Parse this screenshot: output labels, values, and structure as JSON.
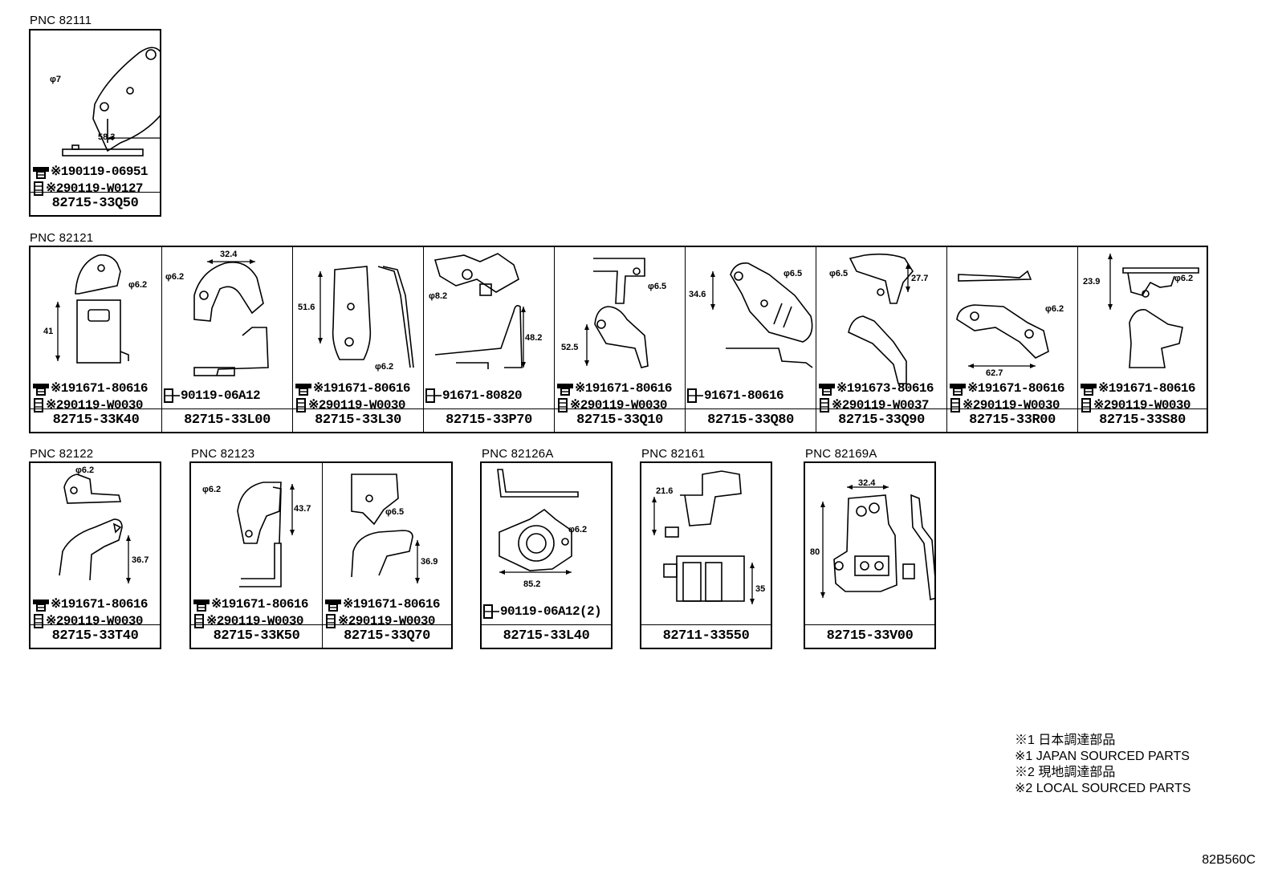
{
  "groups": [
    {
      "pnc": "PNC 82111",
      "cells": [
        {
          "part": "82715-33Q50",
          "fasteners": [
            "※190119-06951",
            "※290119-W0127"
          ],
          "dims": [
            "φ7",
            "58.3"
          ]
        }
      ]
    },
    {
      "pnc": "PNC 82121",
      "cells": [
        {
          "part": "82715-33K40",
          "fasteners": [
            "※191671-80616",
            "※290119-W0030"
          ],
          "dims": [
            "φ6.2",
            "41"
          ]
        },
        {
          "part": "82715-33L00",
          "fasteners": [
            "90119-06A12"
          ],
          "dims": [
            "φ6.2",
            "32.4"
          ]
        },
        {
          "part": "82715-33L30",
          "fasteners": [
            "※191671-80616",
            "※290119-W0030"
          ],
          "dims": [
            "51.6",
            "φ6.2"
          ]
        },
        {
          "part": "82715-33P70",
          "fasteners": [
            "91671-80820"
          ],
          "dims": [
            "φ8.2",
            "48.2"
          ]
        },
        {
          "part": "82715-33Q10",
          "fasteners": [
            "※191671-80616",
            "※290119-W0030"
          ],
          "dims": [
            "φ6.5",
            "52.5"
          ]
        },
        {
          "part": "82715-33Q80",
          "fasteners": [
            "91671-80616"
          ],
          "dims": [
            "34.6",
            "φ6.5"
          ]
        },
        {
          "part": "82715-33Q90",
          "fasteners": [
            "※191673-80616",
            "※290119-W0037"
          ],
          "dims": [
            "φ6.5",
            "27.7"
          ]
        },
        {
          "part": "82715-33R00",
          "fasteners": [
            "※191671-80616",
            "※290119-W0030"
          ],
          "dims": [
            "φ6.2",
            "62.7"
          ]
        },
        {
          "part": "82715-33S80",
          "fasteners": [
            "※191671-80616",
            "※290119-W0030"
          ],
          "dims": [
            "23.9",
            "φ6.2"
          ]
        }
      ]
    },
    {
      "pnc": "PNC 82122",
      "cells": [
        {
          "part": "82715-33T40",
          "fasteners": [
            "※191671-80616",
            "※290119-W0030"
          ],
          "dims": [
            "φ6.2",
            "36.7"
          ]
        }
      ]
    },
    {
      "pnc": "PNC 82123",
      "cells": [
        {
          "part": "82715-33K50",
          "fasteners": [
            "※191671-80616",
            "※290119-W0030"
          ],
          "dims": [
            "φ6.2",
            "43.7"
          ]
        },
        {
          "part": "82715-33Q70",
          "fasteners": [
            "※191671-80616",
            "※290119-W0030"
          ],
          "dims": [
            "φ6.5",
            "36.9"
          ]
        }
      ]
    },
    {
      "pnc": "PNC 82126A",
      "cells": [
        {
          "part": "82715-33L40",
          "fasteners": [
            "90119-06A12(2)"
          ],
          "dims": [
            "φ6.2",
            "85.2"
          ]
        }
      ]
    },
    {
      "pnc": "PNC 82161",
      "cells": [
        {
          "part": "82711-33550",
          "fasteners": [],
          "dims": [
            "21.6",
            "35"
          ]
        }
      ]
    },
    {
      "pnc": "PNC 82169A",
      "cells": [
        {
          "part": "82715-33V00",
          "fasteners": [],
          "dims": [
            "32.4",
            "80"
          ]
        }
      ]
    }
  ],
  "legend": [
    "※1 日本調達部品",
    "※1 JAPAN SOURCED PARTS",
    "※2 現地調達部品",
    "※2 LOCAL SOURCED PARTS"
  ],
  "diagram_code": "82B560C"
}
